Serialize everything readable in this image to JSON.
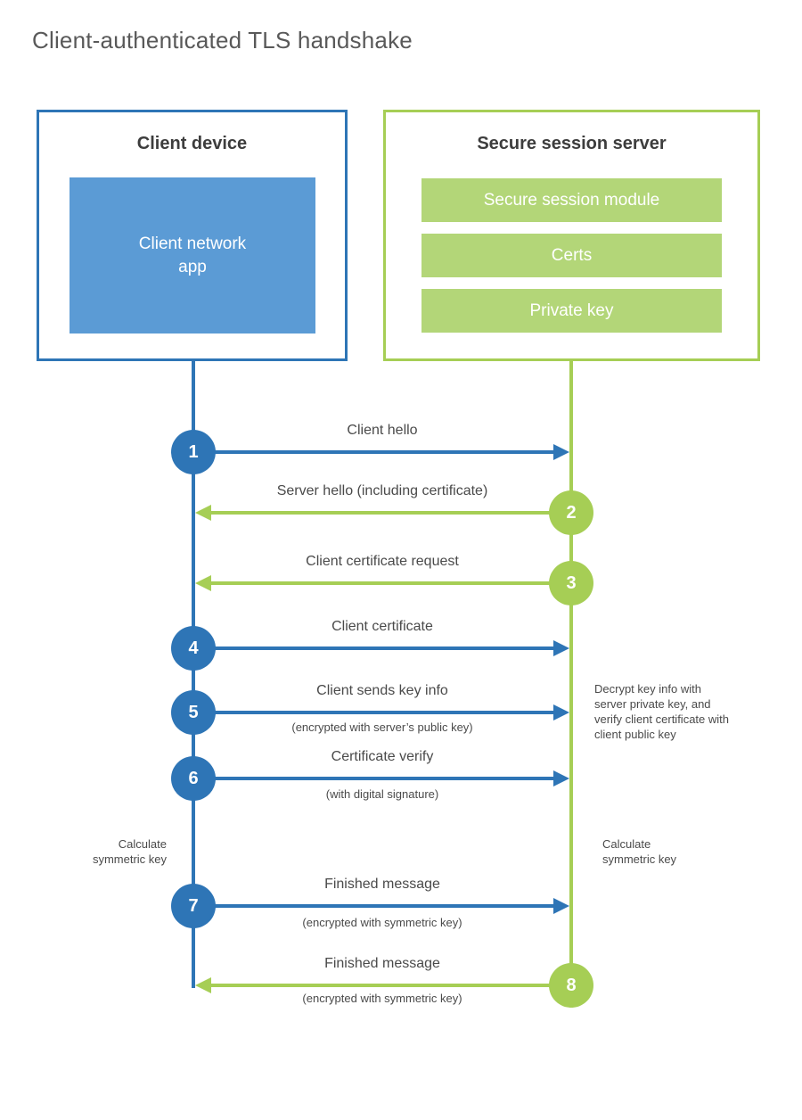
{
  "title": "Client-authenticated TLS handshake",
  "client": {
    "title": "Client device",
    "app_label": "Client network app"
  },
  "server": {
    "title": "Secure session server",
    "modules": [
      "Secure session module",
      "Certs",
      "Private key"
    ]
  },
  "messages": [
    {
      "number": "1",
      "label": "Client hello",
      "from": "client",
      "to": "server"
    },
    {
      "number": "2",
      "label": "Server hello (including certificate)",
      "from": "server",
      "to": "client"
    },
    {
      "number": "3",
      "label": "Client certificate request",
      "from": "server",
      "to": "client"
    },
    {
      "number": "4",
      "label": "Client certificate",
      "from": "client",
      "to": "server"
    },
    {
      "number": "5",
      "label": "Client sends key info",
      "sublabel": "(encrypted with server’s public key)",
      "from": "client",
      "to": "server"
    },
    {
      "number": "6",
      "label": "Certificate verify",
      "sublabel": "(with digital signature)",
      "from": "client",
      "to": "server"
    },
    {
      "number": "7",
      "label": "Finished message",
      "sublabel": "(encrypted with symmetric key)",
      "from": "client",
      "to": "server"
    },
    {
      "number": "8",
      "label": "Finished message",
      "sublabel": "(encrypted with symmetric key)",
      "from": "server",
      "to": "client"
    }
  ],
  "notes": {
    "decrypt_note": "Decrypt key info with server private key, and verify client certificate with client public key",
    "calc_left": "Calculate symmetric key",
    "calc_right": "Calculate symmetric key"
  },
  "colors": {
    "client_blue": "#2e75b6",
    "client_fill_blue": "#5b9bd5",
    "server_green": "#a6ce55",
    "server_fill_green": "#b3d678"
  }
}
